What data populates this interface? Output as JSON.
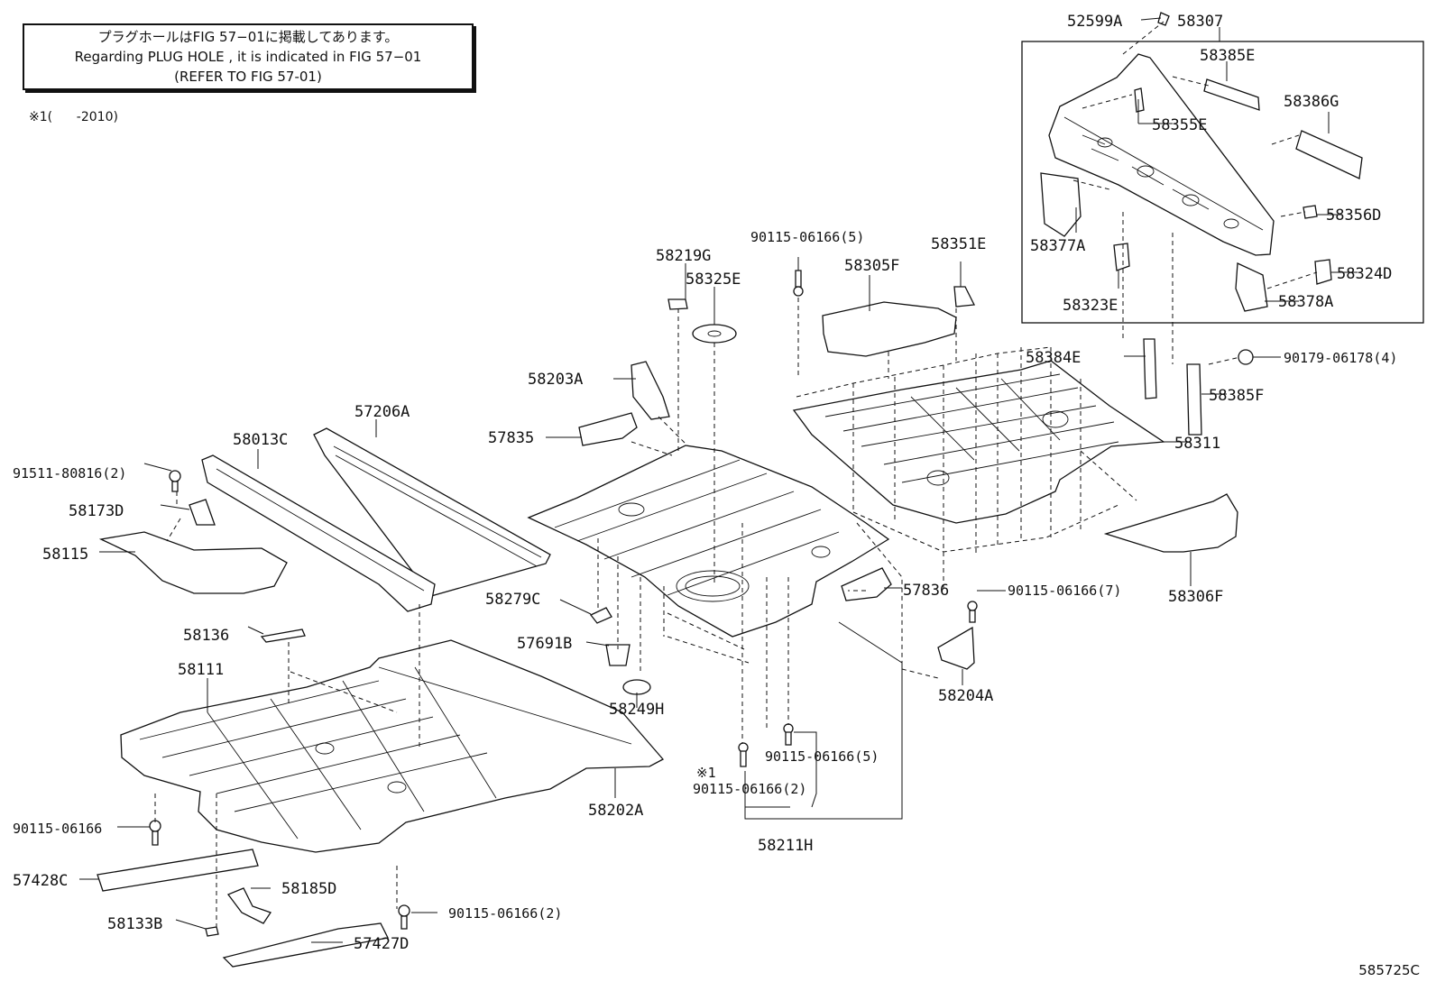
{
  "note": {
    "line1": "プラグホールはFIG 57−01に掲載してあります。",
    "line2": "Regarding  PLUG  HOLE , it is indicated in FIG 57−01",
    "line3": "(REFER TO FIG 57-01)"
  },
  "footnote": "※1(      -2010)",
  "figure_number": "585725C",
  "callouts": {
    "c52599A": "52599A",
    "c58307": "58307",
    "c58385E": "58385E",
    "c58386G": "58386G",
    "c58355E": "58355E",
    "c58356D": "58356D",
    "c58377A": "58377A",
    "c58323E": "58323E",
    "c58324D": "58324D",
    "c58378A": "58378A",
    "c58384E": "58384E",
    "c90179": "90179-06178(4)",
    "c58385F": "58385F",
    "c58311": "58311",
    "c58306F": "58306F",
    "c90115_7": "90115-06166(7)",
    "c58204A": "58204A",
    "c57836": "57836",
    "c90115_5a": "90115-06166(5)",
    "c58351E": "58351E",
    "c58305F": "58305F",
    "c58219G": "58219G",
    "c58325E": "58325E",
    "c58203A": "58203A",
    "c57835": "57835",
    "c58279C": "58279C",
    "c57691B": "57691B",
    "c58249H": "58249H",
    "c90115_5b": "90115-06166(5)",
    "c_mark1": "※1",
    "c90115_2a": "90115-06166(2)",
    "c58211H": "58211H",
    "c57206A": "57206A",
    "c58013C": "58013C",
    "c91511": "91511-80816(2)",
    "c58173D": "58173D",
    "c58115": "58115",
    "c58136": "58136",
    "c58111": "58111",
    "c58202A": "58202A",
    "c90115_single": "90115-06166",
    "c57428C": "57428C",
    "c58185D": "58185D",
    "c90115_2b": "90115-06166(2)",
    "c58133B": "58133B",
    "c57427D": "57427D"
  }
}
